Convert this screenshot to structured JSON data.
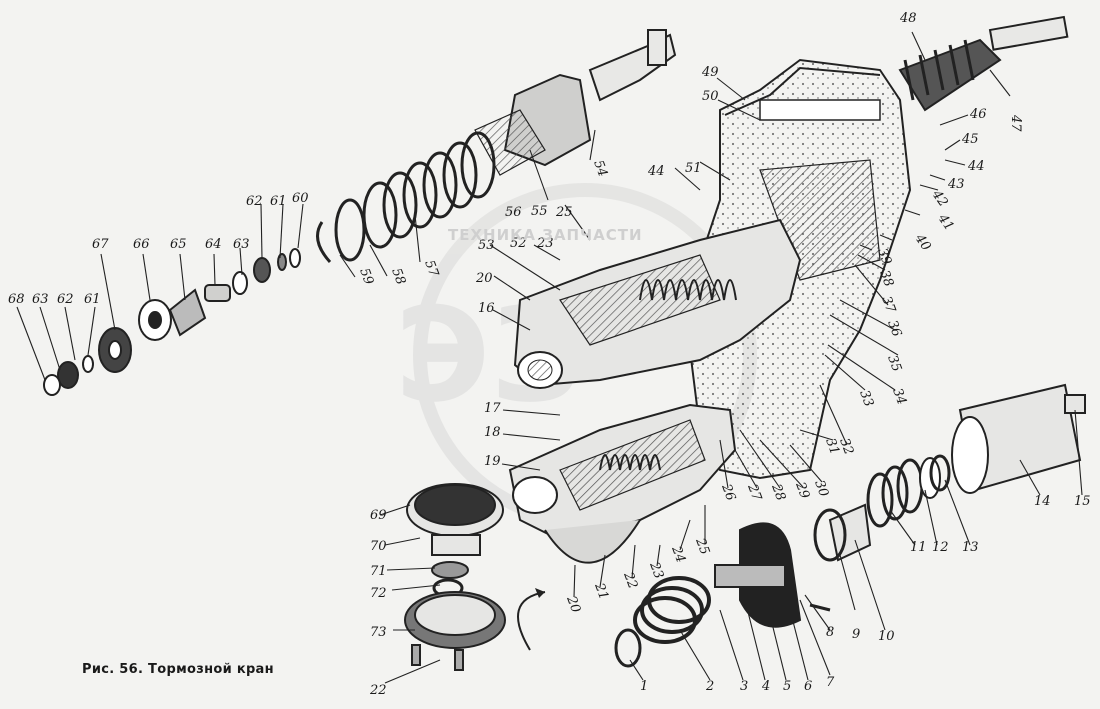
{
  "figure": {
    "caption": "Рис. 56. Тормозной кран",
    "watermark": "ТЕХНИКА    ЗАПЧАСТИ"
  },
  "labels": [
    {
      "id": "48",
      "text": "48"
    },
    {
      "id": "49",
      "text": "49"
    },
    {
      "id": "50",
      "text": "50"
    },
    {
      "id": "47",
      "text": "47"
    },
    {
      "id": "46",
      "text": "46"
    },
    {
      "id": "45",
      "text": "45"
    },
    {
      "id": "44a",
      "text": "44"
    },
    {
      "id": "43",
      "text": "43"
    },
    {
      "id": "42",
      "text": "42"
    },
    {
      "id": "41",
      "text": "41"
    },
    {
      "id": "40",
      "text": "40"
    },
    {
      "id": "39",
      "text": "39"
    },
    {
      "id": "38",
      "text": "38"
    },
    {
      "id": "37",
      "text": "37"
    },
    {
      "id": "36",
      "text": "36"
    },
    {
      "id": "35",
      "text": "35"
    },
    {
      "id": "34",
      "text": "34"
    },
    {
      "id": "33",
      "text": "33"
    },
    {
      "id": "32",
      "text": "32"
    },
    {
      "id": "31",
      "text": "31"
    },
    {
      "id": "30",
      "text": "30"
    },
    {
      "id": "29",
      "text": "29"
    },
    {
      "id": "28",
      "text": "28"
    },
    {
      "id": "27",
      "text": "27"
    },
    {
      "id": "26",
      "text": "26"
    },
    {
      "id": "25a",
      "text": "25"
    },
    {
      "id": "24",
      "text": "24"
    },
    {
      "id": "23a",
      "text": "23"
    },
    {
      "id": "22a",
      "text": "22"
    },
    {
      "id": "21",
      "text": "21"
    },
    {
      "id": "20a",
      "text": "20"
    },
    {
      "id": "19",
      "text": "19"
    },
    {
      "id": "18",
      "text": "18"
    },
    {
      "id": "17",
      "text": "17"
    },
    {
      "id": "16",
      "text": "16"
    },
    {
      "id": "20b",
      "text": "20"
    },
    {
      "id": "53",
      "text": "53"
    },
    {
      "id": "52",
      "text": "52"
    },
    {
      "id": "23b",
      "text": "23"
    },
    {
      "id": "25b",
      "text": "25"
    },
    {
      "id": "55",
      "text": "55"
    },
    {
      "id": "56",
      "text": "56"
    },
    {
      "id": "44b",
      "text": "44"
    },
    {
      "id": "51",
      "text": "51"
    },
    {
      "id": "54",
      "text": "54"
    },
    {
      "id": "57",
      "text": "57"
    },
    {
      "id": "58",
      "text": "58"
    },
    {
      "id": "59",
      "text": "59"
    },
    {
      "id": "60",
      "text": "60"
    },
    {
      "id": "61a",
      "text": "61"
    },
    {
      "id": "62a",
      "text": "62"
    },
    {
      "id": "63a",
      "text": "63"
    },
    {
      "id": "64",
      "text": "64"
    },
    {
      "id": "65",
      "text": "65"
    },
    {
      "id": "66",
      "text": "66"
    },
    {
      "id": "67",
      "text": "67"
    },
    {
      "id": "68",
      "text": "68"
    },
    {
      "id": "63b",
      "text": "63"
    },
    {
      "id": "62b",
      "text": "62"
    },
    {
      "id": "61b",
      "text": "61"
    },
    {
      "id": "69",
      "text": "69"
    },
    {
      "id": "70",
      "text": "70"
    },
    {
      "id": "71",
      "text": "71"
    },
    {
      "id": "72",
      "text": "72"
    },
    {
      "id": "73",
      "text": "73"
    },
    {
      "id": "22b",
      "text": "22"
    },
    {
      "id": "1",
      "text": "1"
    },
    {
      "id": "2",
      "text": "2"
    },
    {
      "id": "3",
      "text": "3"
    },
    {
      "id": "4",
      "text": "4"
    },
    {
      "id": "5",
      "text": "5"
    },
    {
      "id": "6",
      "text": "6"
    },
    {
      "id": "7",
      "text": "7"
    },
    {
      "id": "8",
      "text": "8"
    },
    {
      "id": "9",
      "text": "9"
    },
    {
      "id": "10",
      "text": "10"
    },
    {
      "id": "11",
      "text": "11"
    },
    {
      "id": "12",
      "text": "12"
    },
    {
      "id": "13",
      "text": "13"
    },
    {
      "id": "14",
      "text": "14"
    },
    {
      "id": "15",
      "text": "15"
    }
  ]
}
